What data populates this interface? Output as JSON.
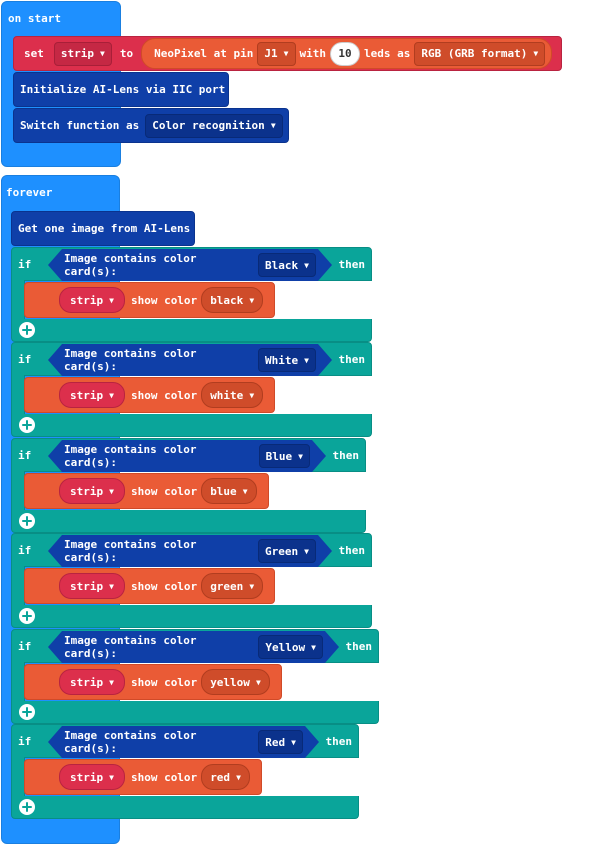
{
  "on_start": {
    "label": "on start",
    "set_block": {
      "set_label": "set",
      "var_name": "strip",
      "to_label": "to",
      "neopixel_label": "NeoPixel at pin",
      "pin": "J1",
      "with_label": "with",
      "led_count": "10",
      "leds_as_label": "leds as",
      "format": "RGB (GRB format)"
    },
    "init_block": "Initialize AI-Lens via IIC port",
    "switch_block": {
      "label": "Switch function as",
      "value": "Color recognition"
    }
  },
  "forever": {
    "label": "forever",
    "get_image": "Get one image from AI-Lens",
    "if_label": "if",
    "then_label": "then",
    "condition_label": "Image contains color card(s):",
    "strip_label": "strip",
    "show_color_label": "show color",
    "conditions": [
      {
        "card": "Black",
        "color": "black"
      },
      {
        "card": "White",
        "color": "white"
      },
      {
        "card": "Blue",
        "color": "blue"
      },
      {
        "card": "Green",
        "color": "green"
      },
      {
        "card": "Yellow",
        "color": "yellow"
      },
      {
        "card": "Red",
        "color": "red"
      }
    ]
  },
  "colors": {
    "hat": "#1e90ff",
    "neopixel_red": "#dc2f4c",
    "neopixel_orange": "#ea5b36",
    "ai_lens_blue": "#0f3fa8",
    "logic_teal": "#0aa59a"
  }
}
